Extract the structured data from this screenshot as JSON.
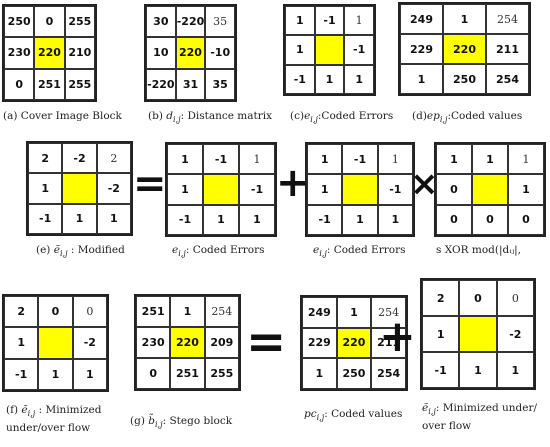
{
  "grids": [
    {
      "id": "cover-image-block",
      "cells": [
        "250",
        "0",
        "255",
        "230",
        "220",
        "210",
        "0",
        "251",
        "255"
      ],
      "highlight": 4,
      "light": []
    },
    {
      "id": "distance-matrix",
      "cells": [
        "30",
        "-220",
        "35",
        "10",
        "220",
        "-10",
        "-220",
        "31",
        "35"
      ],
      "highlight": 4,
      "light": [
        2
      ]
    },
    {
      "id": "coded-errors-c",
      "cells": [
        "1",
        "-1",
        "1",
        "1",
        "",
        "-1",
        "-1",
        "1",
        "1"
      ],
      "highlight": 4,
      "light": [
        2
      ]
    },
    {
      "id": "coded-values-d",
      "cells": [
        "249",
        "1",
        "254",
        "229",
        "220",
        "211",
        "1",
        "250",
        "254"
      ],
      "highlight": 4,
      "light": [
        2
      ]
    },
    {
      "id": "modified-e",
      "cells": [
        "2",
        "-2",
        "2",
        "1",
        "",
        "-2",
        "-1",
        "1",
        "1"
      ],
      "highlight": 4,
      "light": [
        2
      ]
    },
    {
      "id": "coded-errors-1",
      "cells": [
        "1",
        "-1",
        "1",
        "1",
        "",
        "-1",
        "-1",
        "1",
        "1"
      ],
      "highlight": 4,
      "light": [
        2
      ]
    },
    {
      "id": "coded-errors-2",
      "cells": [
        "1",
        "-1",
        "1",
        "1",
        "",
        "-1",
        "-1",
        "1",
        "1"
      ],
      "highlight": 4,
      "light": [
        2
      ]
    },
    {
      "id": "xor-mod",
      "cells": [
        "1",
        "1",
        "1",
        "0",
        "",
        "1",
        "0",
        "0",
        "0"
      ],
      "highlight": 4,
      "light": [
        2
      ]
    },
    {
      "id": "minimized-f",
      "cells": [
        "2",
        "0",
        "0",
        "1",
        "",
        "-2",
        "-1",
        "1",
        "1"
      ],
      "highlight": 4,
      "light": [
        2
      ]
    },
    {
      "id": "stego-block",
      "cells": [
        "251",
        "1",
        "254",
        "230",
        "220",
        "209",
        "0",
        "251",
        "255"
      ],
      "highlight": 4,
      "light": [
        2
      ]
    },
    {
      "id": "coded-values-row3",
      "cells": [
        "249",
        "1",
        "254",
        "229",
        "220",
        "211",
        "1",
        "250",
        "254"
      ],
      "highlight": 4,
      "light": [
        2
      ]
    },
    {
      "id": "minimized-row3",
      "cells": [
        "2",
        "0",
        "0",
        "1",
        "",
        "-2",
        "-1",
        "1",
        "1"
      ],
      "highlight": 4,
      "light": [
        2
      ]
    }
  ],
  "captions": {
    "a": "(a) Cover Image Block",
    "b_pre": "(b) ",
    "b_sym": "d",
    "b_sub": "i,j",
    "b_post": ": Distance matrix",
    "c_pre": "(c)",
    "c_sym": "e",
    "c_sub": "i,j",
    "c_post": ":Coded Errors",
    "d_pre": "(d)",
    "d_sym": "ep",
    "d_sub": "i,j",
    "d_post": ":Coded values",
    "e_pre": "(e) ",
    "e_sym": "ẽ",
    "e_sub": "i,j",
    "e_post": " :  Modified",
    "e2_sym": "e",
    "e2_sub": "i,j",
    "e2_post": ": Coded Errors",
    "e3_sym": "e",
    "e3_sub": "i,j",
    "e3_post": ": Coded Errors",
    "xor": "s XOR   mod(|dᵢⱼ|,",
    "f_pre": "(f) ",
    "f_sym": "ẽ",
    "f_sub": "i,j",
    "f_post": " :   Minimized",
    "f_line2": "under/over flow",
    "g_pre": "(g) ",
    "g_sym": "b̃",
    "g_sub": "i,j",
    "g_post": ": Stego block",
    "h_sym": "pc",
    "h_sub": "i,j",
    "h_post": ":  Coded values",
    "i_sym": "ẽ",
    "i_sub": "i,j",
    "i_post": ":   Minimized  under/",
    "i_line2": "over flow"
  },
  "operators": {
    "equals": "=",
    "plus": "+",
    "times": "×"
  }
}
